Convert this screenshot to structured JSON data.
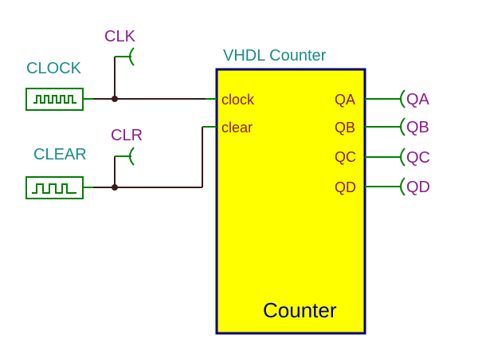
{
  "diagram": {
    "title": "VHDL Counter",
    "component_name": "Counter",
    "inputs": [
      {
        "source_label": "CLOCK",
        "net_label": "CLK",
        "port": "clock"
      },
      {
        "source_label": "CLEAR",
        "net_label": "CLR",
        "port": "clear"
      }
    ],
    "outputs": [
      {
        "port": "QA",
        "net_label": "QA"
      },
      {
        "port": "QB",
        "net_label": "QB"
      },
      {
        "port": "QC",
        "net_label": "QC"
      },
      {
        "port": "QD",
        "net_label": "QD"
      }
    ],
    "colors": {
      "block_fill": "#ffff00",
      "block_border": "#000080",
      "source_symbol": "#008000",
      "net_label": "#8b1a8b",
      "source_label": "#1a8a8a",
      "pin_label": "#8b1a1a"
    }
  }
}
